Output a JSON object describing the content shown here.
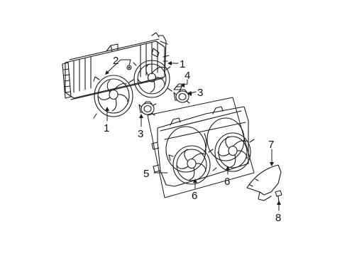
{
  "callouts": {
    "c1a": "1",
    "c1b": "1",
    "c2": "2",
    "c3a": "3",
    "c3b": "3",
    "c4": "4",
    "c5": "5",
    "c6a": "6",
    "c6b": "6",
    "c7": "7",
    "c8": "8"
  }
}
